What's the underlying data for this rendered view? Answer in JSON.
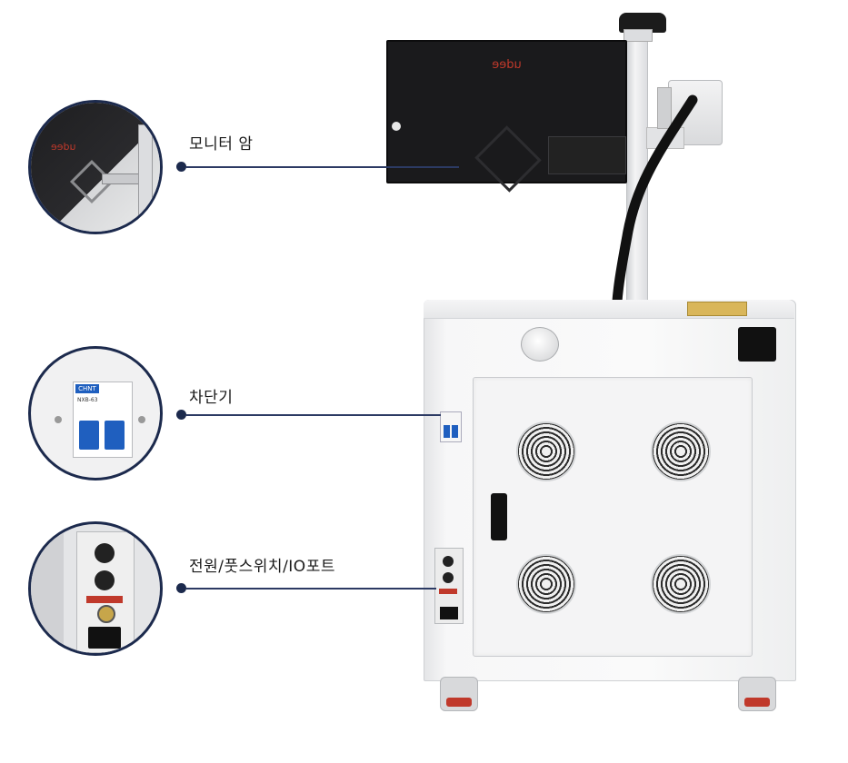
{
  "monitor": {
    "brand_text": "udee"
  },
  "callouts": [
    {
      "label": "모니터 암"
    },
    {
      "label": "차단기"
    },
    {
      "label": "전원/풋스위치/IO포트"
    }
  ],
  "breaker": {
    "brand_text": "CHNT",
    "model_text": "NXB-63"
  },
  "colors": {
    "accent": "#1c2a4d",
    "cabinet": "#f5f5f6",
    "monitor": "#1a1a1c"
  }
}
